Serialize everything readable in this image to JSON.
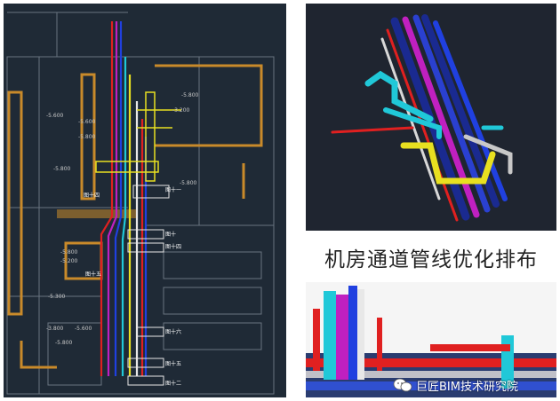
{
  "caption": "机房通道管线优化排布",
  "watermark": "巨匠BIM技术研究院",
  "icons": {
    "watermark": "wechat-icon"
  },
  "cad": {
    "level_labels": [
      "-5.600",
      "-5.600",
      "-5.800",
      "-5.800",
      "-3.200",
      "-5.800",
      "-5.800",
      "-5.200",
      "-5.300",
      "-5.800",
      "-3.800",
      "-5.600",
      "-5.800"
    ],
    "room_labels": [
      "图十一",
      "图十四",
      "图十",
      "图十四",
      "图十五",
      "图十六",
      "图十二",
      "图十五"
    ]
  },
  "colors": {
    "cad_bg": "#1f2a36",
    "wall_orange": "#c98a2a",
    "pipe_red": "#e02020",
    "pipe_magenta": "#c020c0",
    "pipe_blue": "#2040e0",
    "pipe_cyan": "#20c8d8",
    "pipe_yellow": "#e8e020",
    "pipe_white": "#e8e8e8"
  }
}
